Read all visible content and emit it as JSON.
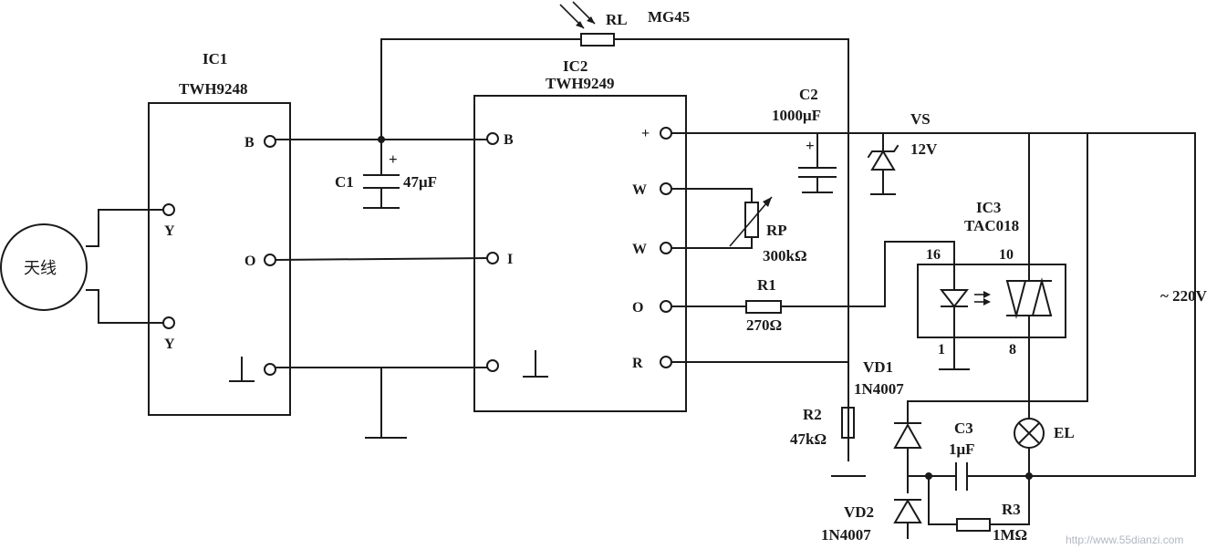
{
  "ic1": {
    "name": "IC1",
    "part": "TWH9248",
    "pins": {
      "b": "B",
      "y1": "Y",
      "y2": "Y",
      "o": "O"
    }
  },
  "ic2": {
    "name": "IC2",
    "part": "TWH9249",
    "pins": {
      "b": "B",
      "i": "I",
      "plus": "+",
      "w1": "W",
      "w2": "W",
      "o": "O",
      "r": "R"
    }
  },
  "ic3": {
    "name": "IC3",
    "part": "TAC018",
    "pins": {
      "p16": "16",
      "p10": "10",
      "p1": "1",
      "p8": "8"
    }
  },
  "antenna": {
    "label": "天线"
  },
  "rl": {
    "name": "RL",
    "part": "MG45"
  },
  "c1": {
    "name": "C1",
    "value": "47μF",
    "polarity": "+"
  },
  "c2": {
    "name": "C2",
    "value": "1000μF",
    "polarity": "+"
  },
  "c3": {
    "name": "C3",
    "value": "1μF"
  },
  "vs": {
    "name": "VS",
    "value": "12V"
  },
  "rp": {
    "name": "RP",
    "value": "300kΩ"
  },
  "r1": {
    "name": "R1",
    "value": "270Ω"
  },
  "r2": {
    "name": "R2",
    "value": "47kΩ"
  },
  "r3": {
    "name": "R3",
    "value": "1MΩ"
  },
  "vd1": {
    "name": "VD1",
    "part": "1N4007"
  },
  "vd2": {
    "name": "VD2",
    "part": "1N4007"
  },
  "el": {
    "name": "EL"
  },
  "mains": {
    "label": "~ 220V"
  },
  "watermark": {
    "text": "http://www.55dianzi.com"
  }
}
